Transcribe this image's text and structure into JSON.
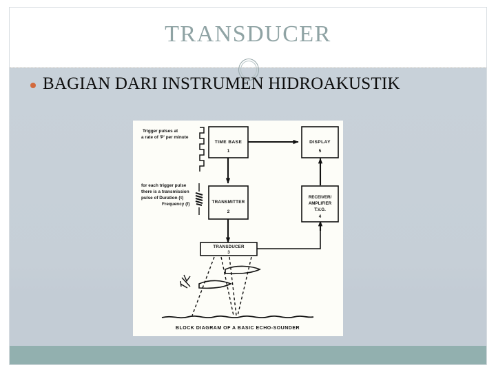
{
  "slide": {
    "title": "TRANSDUCER",
    "bullets": [
      "BAGIAN DARI INSTRUMEN HIDROAKUSTIK"
    ],
    "theme": {
      "title_color": "#8fa3a4",
      "bullet_color": "#d2693c",
      "body_bg_top": "#c9d2da",
      "footer_band": "#92b0af",
      "header_bg": "#ffffff"
    }
  },
  "diagram": {
    "caption": "BLOCK DIAGRAM OF A BASIC ECHO-SOUNDER",
    "annotations": [
      {
        "id": "trigger-note",
        "lines": [
          "Trigger pulses at",
          "a rate of 'P' per minute"
        ]
      },
      {
        "id": "transmission-note",
        "lines": [
          "for each trigger pulse",
          "there is a transmission",
          "pulse of  Duration (τ)",
          "Frequency (f)"
        ]
      }
    ],
    "blocks": [
      {
        "id": "time-base",
        "lines": [
          "TIME BASE"
        ],
        "number": "1"
      },
      {
        "id": "display",
        "lines": [
          "DISPLAY"
        ],
        "number": "5"
      },
      {
        "id": "transmitter",
        "lines": [
          "TRANSMITTER"
        ],
        "number": "2"
      },
      {
        "id": "receiver",
        "lines": [
          "RECEIVER/",
          "AMPLIFIER",
          "T.V.G."
        ],
        "number": "4"
      },
      {
        "id": "transducer",
        "lines": [
          "TRANSDUCER"
        ],
        "number": "3"
      }
    ]
  }
}
